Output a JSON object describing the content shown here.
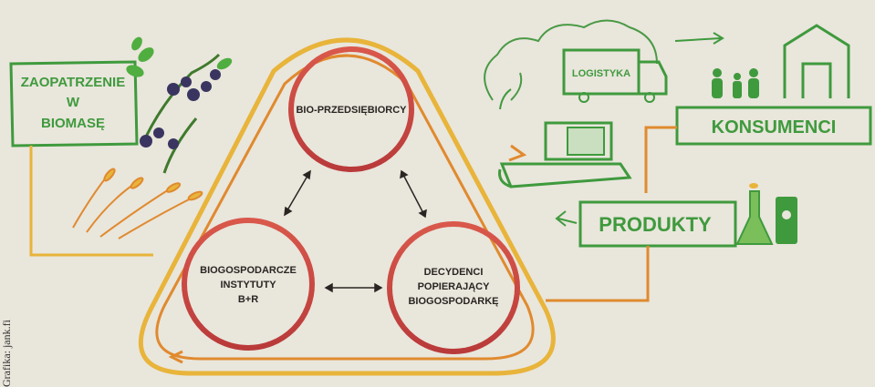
{
  "circles": {
    "top": "BIO-PRZEDSIĘBIORCY",
    "left": [
      "BIOGOSPODARCZE",
      "INSTYTUTY",
      "B+R"
    ],
    "right": [
      "DECYDENCI",
      "POPIERAJĄCY",
      "BIOGOSPODARKĘ"
    ]
  },
  "boxes": {
    "supply": [
      "ZAOPATRZENIE",
      "W",
      "BIOMASĘ"
    ],
    "logistics": "LOGISTYKA",
    "consumers": "KONSUMENCI",
    "products": "PRODUKTY"
  },
  "credit": "Grafika: jank.fi",
  "colors": {
    "green": "#3f9a3d",
    "circle_red": "#c8473f",
    "triangle_yellow": "#e8b43a",
    "triangle_orange": "#e08a2e",
    "background": "#e9e6dc"
  }
}
